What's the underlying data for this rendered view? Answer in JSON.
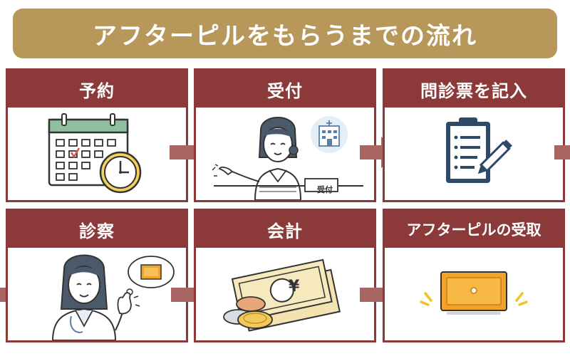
{
  "title": "アフターピルをもらうまでの流れ",
  "steps": [
    {
      "label": "予約",
      "icon": "calendar-clock-icon"
    },
    {
      "label": "受付",
      "icon": "reception-staff-icon"
    },
    {
      "label": "問診票を記入",
      "icon": "clipboard-pen-icon"
    },
    {
      "label": "診察",
      "icon": "doctor-icon"
    },
    {
      "label": "会計",
      "icon": "money-coins-icon"
    },
    {
      "label": "アフターピルの受取",
      "icon": "pill-package-icon"
    }
  ],
  "reception_sign": "受付",
  "currency_symbol": "¥",
  "colors": {
    "title_bg": "#b7975a",
    "card_header": "#8b3a39",
    "arrow": "#a86564",
    "calendar_green": "#8fbf9f",
    "clock_yellow": "#f3d25a",
    "pill_orange": "#f2a22a"
  }
}
